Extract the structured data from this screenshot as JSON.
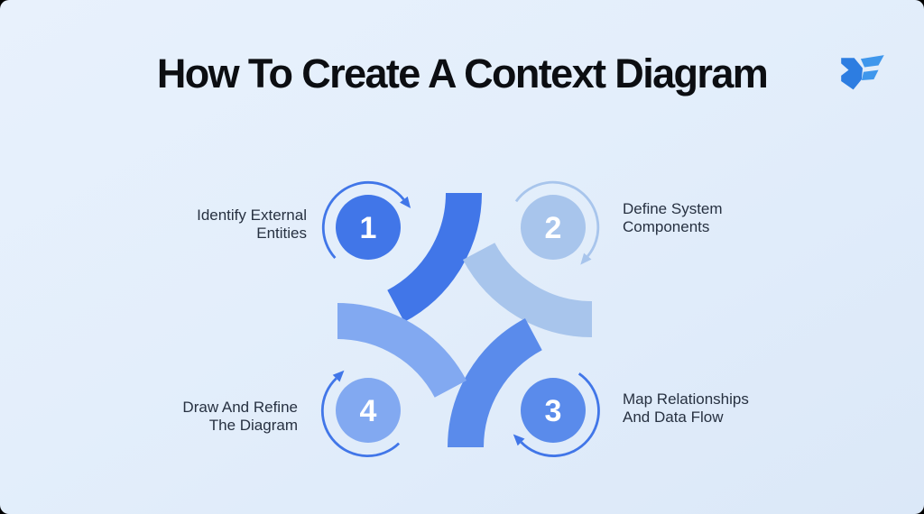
{
  "header": {
    "title": "How To Create A Context Diagram",
    "logo_name": "mf-brand-mark"
  },
  "colors": {
    "step1": "#4176e8",
    "step2": "#a8c5ec",
    "step3": "#5a8beb",
    "step4": "#82a9f1",
    "arrow_primary": "#4176e8",
    "arrow_light": "#a8c5ec",
    "number_text": "#ffffff",
    "label_text": "#273141",
    "title_text": "#0c0e12",
    "background_start": "#e8f1fc",
    "background_end": "#dbe8f8",
    "logo_primary": "#2d7de1",
    "logo_light": "#3f97ec"
  },
  "diagram": {
    "steps": [
      {
        "number": "1",
        "label_line1": "Identify External",
        "label_line2": "Entities"
      },
      {
        "number": "2",
        "label_line1": "Define System",
        "label_line2": "Components"
      },
      {
        "number": "3",
        "label_line1": "Map Relationships",
        "label_line2": "And Data Flow"
      },
      {
        "number": "4",
        "label_line1": "Draw And Refine",
        "label_line2": "The Diagram"
      }
    ]
  }
}
